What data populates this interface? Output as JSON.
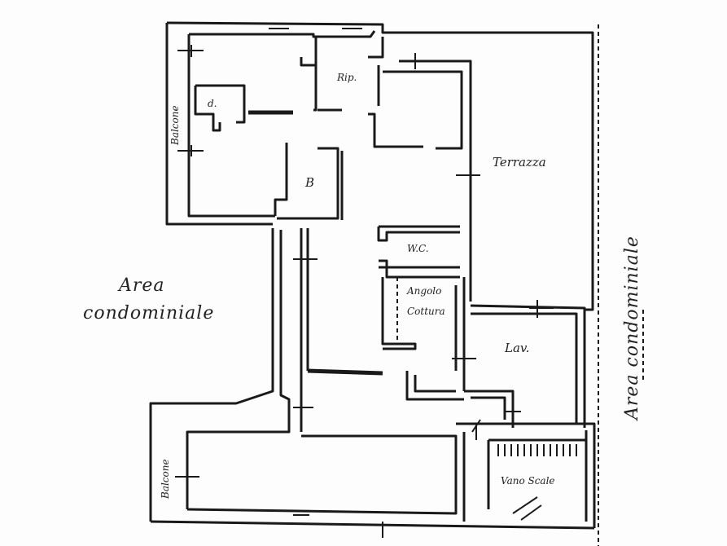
{
  "labels": {
    "balcone_top": "Balcone",
    "d": "d.",
    "rip": "Rip.",
    "b": "B",
    "terrazza": "Terrazza",
    "wc": "W.C.",
    "angolo": "Angolo",
    "cottura": "Cottura",
    "lav": "Lav.",
    "vano_scale": "Vano Scale",
    "balcone_bottom": "Balcone",
    "area_condominiale_left_1": "Area",
    "area_condominiale_left_2": "condominiale",
    "area_condominiale_right": "Area condominiale"
  },
  "colors": {
    "ink": "#1a1a1a",
    "paper": "#fdfdfd"
  }
}
